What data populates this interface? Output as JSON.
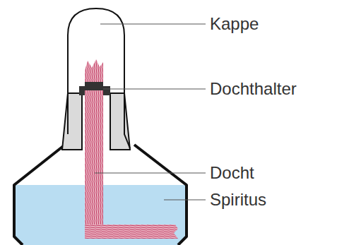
{
  "diagram": {
    "labels": [
      "Kappe",
      "Dochthalter",
      "Docht",
      "Spiritus"
    ]
  }
}
